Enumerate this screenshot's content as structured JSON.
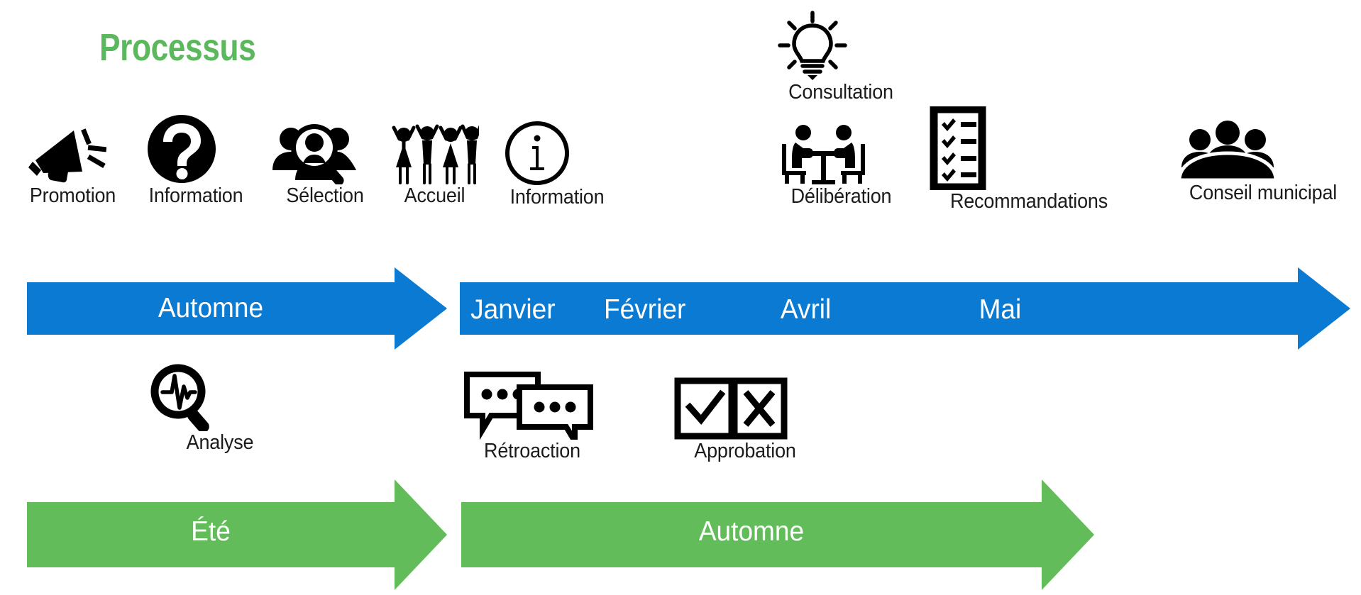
{
  "title": {
    "text": "Processus",
    "color": "#5CB85C"
  },
  "colors": {
    "blue": "#0B7AD2",
    "green": "#62BC5A",
    "icon": "#000000",
    "label": "#1b1b1b",
    "background": "#ffffff"
  },
  "top_row": {
    "items": [
      {
        "label": "Promotion",
        "icon": "megaphone-icon"
      },
      {
        "label": "Information",
        "icon": "question-mark-circle-icon"
      },
      {
        "label": "Sélection",
        "icon": "people-magnifier-icon"
      },
      {
        "label": "Accueil",
        "icon": "people-cheering-icon"
      },
      {
        "label": "Information",
        "icon": "info-circle-icon"
      },
      {
        "label": "Consultation",
        "icon": "lightbulb-icon"
      },
      {
        "label": "Délibération",
        "icon": "meeting-table-icon"
      },
      {
        "label": "Recommandations",
        "icon": "checklist-clipboard-icon"
      },
      {
        "label": "Conseil municipal",
        "icon": "council-group-icon"
      }
    ]
  },
  "bottom_row": {
    "items": [
      {
        "label": "Analyse",
        "icon": "magnifier-pulse-icon"
      },
      {
        "label": "Rétroaction",
        "icon": "speech-bubbles-icon"
      },
      {
        "label": "Approbation",
        "icon": "check-cross-boxes-icon"
      }
    ]
  },
  "timeline_blue": {
    "color": "#0B7AD2",
    "segments": [
      {
        "label": "Automne"
      },
      {
        "label": "Janvier"
      },
      {
        "label": "Février"
      },
      {
        "label": "Avril"
      },
      {
        "label": "Mai"
      }
    ]
  },
  "timeline_green": {
    "color": "#62BC5A",
    "segments": [
      {
        "label": "Été"
      },
      {
        "label": "Automne"
      }
    ]
  }
}
